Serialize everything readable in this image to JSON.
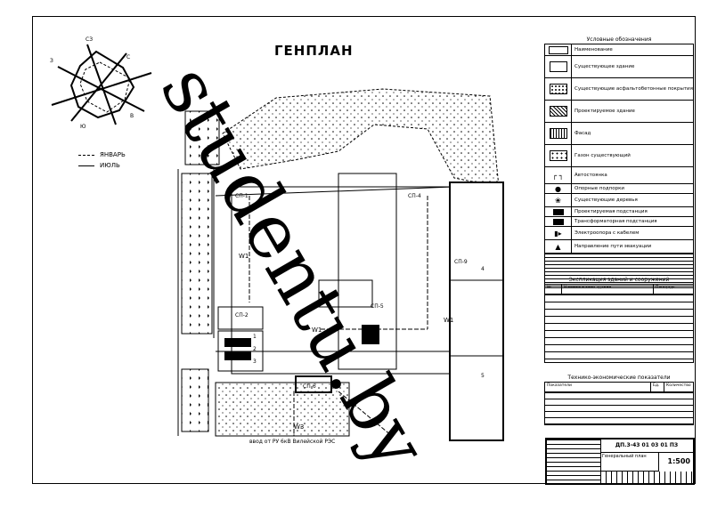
{
  "title": "ГЕНПЛАН",
  "watermark": "studentu.by",
  "wind_rose": {
    "labels": [
      "С",
      "З",
      "СЗ",
      "Ю",
      "В"
    ],
    "legend": [
      {
        "style": "dashed",
        "label": "ЯНВАРЬ"
      },
      {
        "style": "solid",
        "label": "ИЮЛЬ"
      }
    ]
  },
  "plan_labels": [
    "СП-1",
    "СП-2",
    "СП-4",
    "СП-5",
    "СП-6",
    "СП-9",
    "W1",
    "W1",
    "W1",
    "W3",
    "5",
    "1",
    "2",
    "3",
    "4"
  ],
  "bottom_note": "ввод от РУ 6кВ Вилейской РЭС",
  "legend_panel": {
    "heading": "Условные обозначения",
    "items": [
      {
        "sym": "box",
        "label": "Наименование"
      },
      {
        "sym": "box",
        "label": "Существующее здание"
      },
      {
        "sym": "dots",
        "label": "Существующие асфальтобетонные покрытия"
      },
      {
        "sym": "hatch",
        "label": "Проектируемое здание"
      },
      {
        "sym": "grid",
        "label": "Фасад"
      },
      {
        "sym": "dots",
        "label": "Газон существующий"
      },
      {
        "sym": "lines",
        "label": "Автостоянка"
      },
      {
        "sym": "dot",
        "label": "Опорные подпорки"
      },
      {
        "sym": "tree",
        "label": "Существующие деревья"
      },
      {
        "sym": "grid",
        "label": "Проектируемая подстанция"
      },
      {
        "sym": "grid",
        "label": "Трансформаторная подстанция"
      },
      {
        "sym": "arrow",
        "label": "Электроопора с кабелем"
      },
      {
        "sym": "arrow",
        "label": "Направление пути эвакуации"
      }
    ]
  },
  "explication": {
    "heading": "Экспликация зданий и сооружений",
    "cols": [
      "№",
      "Наименование здания",
      "Площадь"
    ],
    "rows": 9
  },
  "tech_indicators": {
    "heading": "Технико-экономические показатели",
    "cols": [
      "Показатели",
      "Ед.",
      "Количество"
    ],
    "rows": 5
  },
  "stamp": {
    "code": "ДП.3-43 01 03 01 ПЗ",
    "scale": "1:500",
    "sheet_name": "Генеральный план"
  }
}
